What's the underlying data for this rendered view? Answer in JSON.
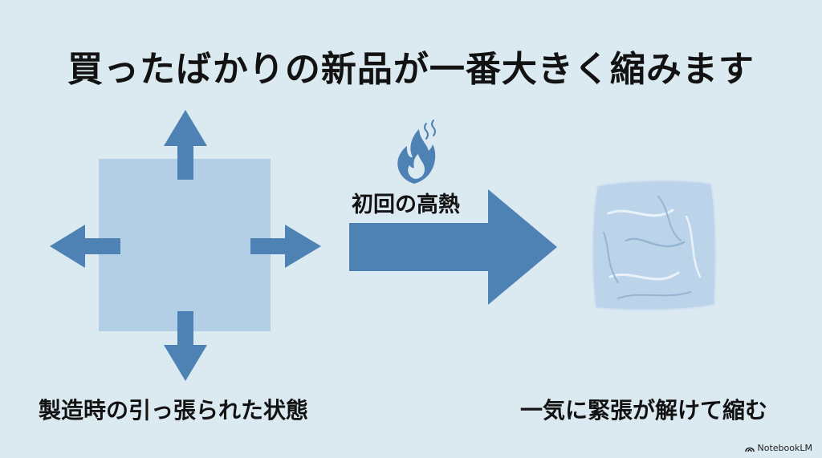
{
  "title": "買ったばかりの新品が一番大きく縮みます",
  "left_caption": "製造時の引っ張られた状態",
  "arrow_label": "初回の高熱",
  "right_caption": "一気に緊張が解けて縮む",
  "watermark": "NotebookLM",
  "colors": {
    "background": "#dbe9f0",
    "arrow": "#4e81b4",
    "square": "#b3cfe6",
    "cloth": "#bcd4ea"
  },
  "icons": [
    "flame-icon",
    "notebooklm-icon"
  ]
}
